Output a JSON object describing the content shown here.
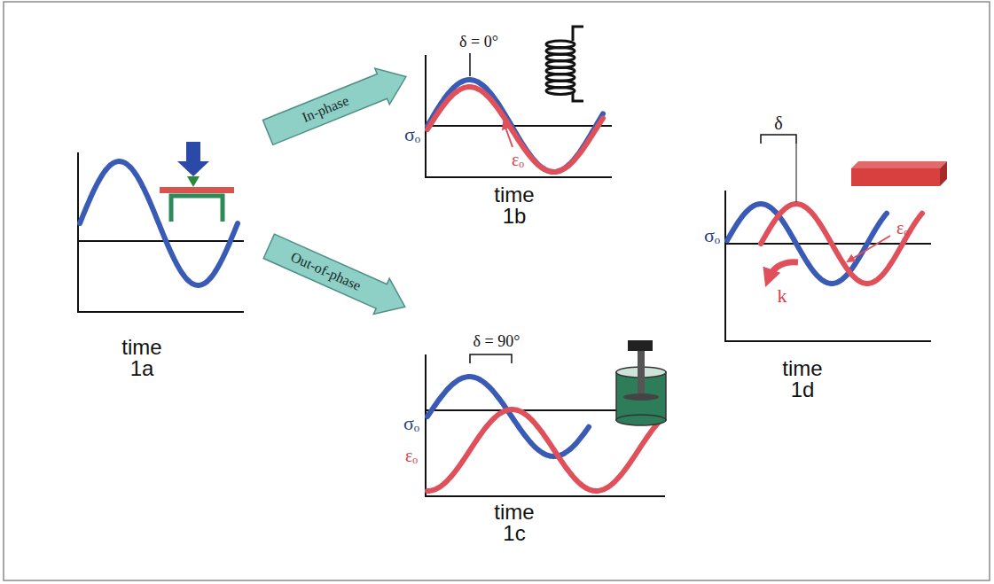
{
  "diagram": {
    "nodes": [
      {
        "text": [
          "In-phase"
        ]
      },
      {
        "text": [
          "Out-of-phase"
        ]
      }
    ],
    "labels": [
      "time",
      "1a",
      "δ = 0°",
      "σₒ",
      "εₒ",
      "time",
      "1b",
      "δ = 90°",
      "σₒ",
      "εₒ",
      "time",
      "1c",
      "δ",
      "σₒ",
      "εₒ",
      "k",
      "time",
      "1d"
    ]
  }
}
